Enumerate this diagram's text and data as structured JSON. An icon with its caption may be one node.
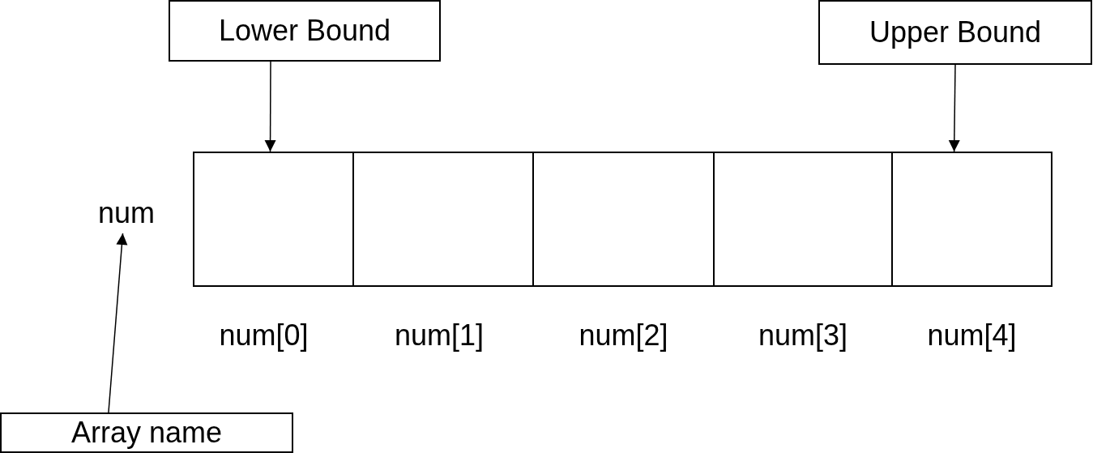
{
  "diagram": {
    "nodes": [
      {
        "text": [
          "Lower Bound"
        ]
      },
      {
        "text": [
          "Upper Bound"
        ]
      },
      {
        "text": [
          "num"
        ]
      },
      {
        "text": [],
        "shape": "box",
        "beside": [
          "num[0]"
        ]
      },
      {
        "text": [],
        "shape": "box",
        "beside": [
          "num[1]"
        ]
      },
      {
        "text": [],
        "shape": "box",
        "beside": [
          "num[2]"
        ]
      },
      {
        "text": [],
        "shape": "box",
        "beside": [
          "num[3]"
        ]
      },
      {
        "text": [],
        "shape": "box",
        "beside": [
          "num[4]"
        ]
      },
      {
        "text": [
          "Array name"
        ]
      }
    ],
    "edges": [
      {
        "from": 0,
        "to": 3,
        "arrow": "to"
      },
      {
        "from": 1,
        "to": 7,
        "arrow": "to"
      },
      {
        "from": 8,
        "to": 2,
        "arrow": "to"
      }
    ]
  }
}
